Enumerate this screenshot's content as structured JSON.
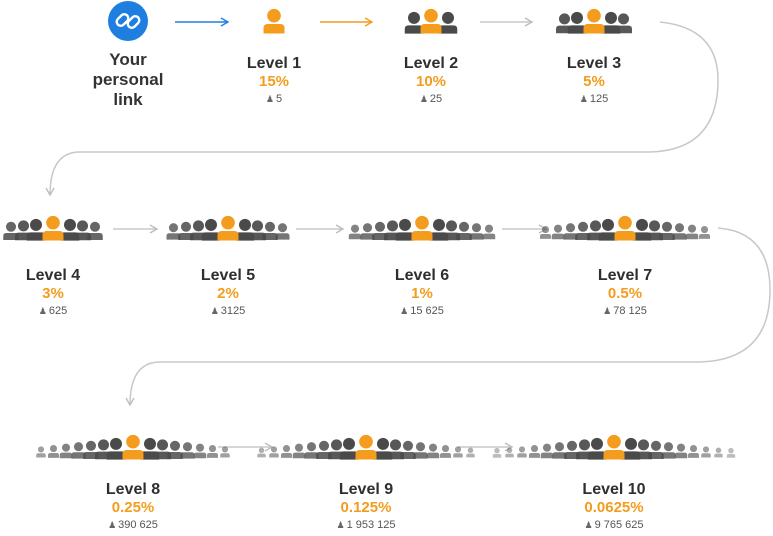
{
  "colors": {
    "accent": "#f39c1e",
    "link_blue": "#1e7fe0",
    "person_gray": "#4a4a4a",
    "arrow_gray": "#c8c8c8"
  },
  "icons": {
    "start": "link-icon",
    "people": "person-icon"
  },
  "start": {
    "label_line1": "Your",
    "label_line2": "personal",
    "label_line3": "link"
  },
  "levels": [
    {
      "label": "Level 1",
      "percent": "15%",
      "count": "5",
      "crowd_size": 0
    },
    {
      "label": "Level 2",
      "percent": "10%",
      "count": "25",
      "crowd_size": 1
    },
    {
      "label": "Level 3",
      "percent": "5%",
      "count": "125",
      "crowd_size": 2
    },
    {
      "label": "Level 4",
      "percent": "3%",
      "count": "625",
      "crowd_size": 3
    },
    {
      "label": "Level 5",
      "percent": "2%",
      "count": "3125",
      "crowd_size": 4
    },
    {
      "label": "Level 6",
      "percent": "1%",
      "count": "15 625",
      "crowd_size": 5
    },
    {
      "label": "Level 7",
      "percent": "0.5%",
      "count": "78 125",
      "crowd_size": 6
    },
    {
      "label": "Level 8",
      "percent": "0.25%",
      "count": "390 625",
      "crowd_size": 7
    },
    {
      "label": "Level 9",
      "percent": "0.125%",
      "count": "1 953 125",
      "crowd_size": 8
    },
    {
      "label": "Level 10",
      "percent": "0.0625%",
      "count": "9 765 625",
      "crowd_size": 9
    }
  ]
}
